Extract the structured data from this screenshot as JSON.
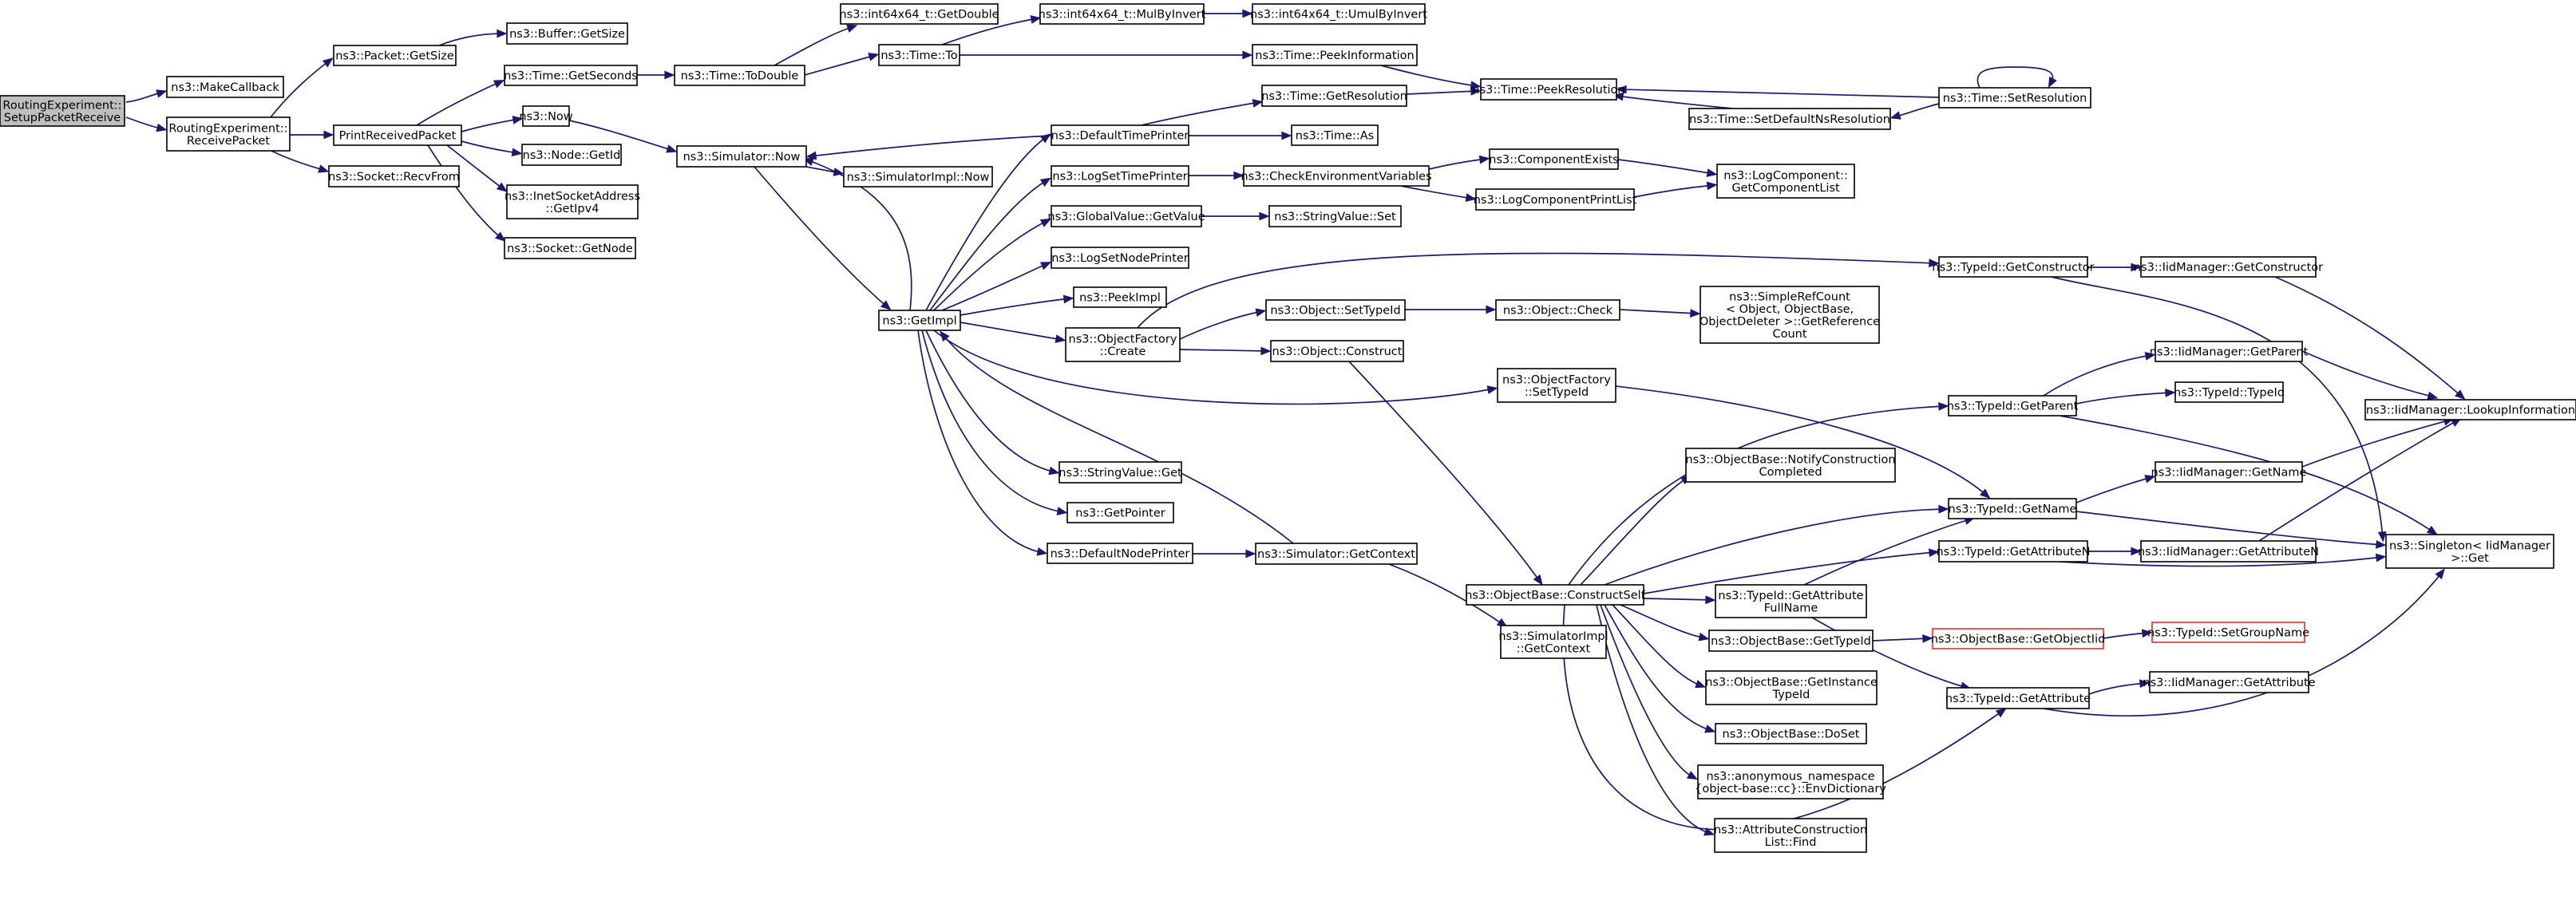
{
  "graph": {
    "title": "",
    "nodes": [
      {
        "id": "root",
        "lines": [
          "RoutingExperiment::",
          "SetupPacketReceive"
        ],
        "style": "root"
      },
      {
        "id": "makecb",
        "lines": [
          "ns3::MakeCallback"
        ]
      },
      {
        "id": "recvpkt",
        "lines": [
          "RoutingExperiment::",
          "ReceivePacket"
        ]
      },
      {
        "id": "pktsize",
        "lines": [
          "ns3::Packet::GetSize"
        ]
      },
      {
        "id": "bufsize",
        "lines": [
          "ns3::Buffer::GetSize"
        ]
      },
      {
        "id": "printrecv",
        "lines": [
          "PrintReceivedPacket"
        ]
      },
      {
        "id": "recvfrom",
        "lines": [
          "ns3::Socket::RecvFrom"
        ]
      },
      {
        "id": "getseconds",
        "lines": [
          "ns3::Time::GetSeconds"
        ]
      },
      {
        "id": "now",
        "lines": [
          "ns3::Now"
        ]
      },
      {
        "id": "nodegetid",
        "lines": [
          "ns3::Node::GetId"
        ]
      },
      {
        "id": "inetipv4",
        "lines": [
          "ns3::InetSocketAddress",
          "::GetIpv4"
        ]
      },
      {
        "id": "sockgetnode",
        "lines": [
          "ns3::Socket::GetNode"
        ]
      },
      {
        "id": "todouble",
        "lines": [
          "ns3::Time::ToDouble"
        ]
      },
      {
        "id": "simnow",
        "lines": [
          "ns3::Simulator::Now"
        ]
      },
      {
        "id": "implnow",
        "lines": [
          "ns3::SimulatorImpl::Now"
        ]
      },
      {
        "id": "getimpl",
        "lines": [
          "ns3::GetImpl"
        ]
      },
      {
        "id": "i64getdouble",
        "lines": [
          "ns3::int64x64_t::GetDouble"
        ]
      },
      {
        "id": "timeto",
        "lines": [
          "ns3::Time::To"
        ]
      },
      {
        "id": "mulbyinvert",
        "lines": [
          "ns3::int64x64_t::MulByInvert"
        ]
      },
      {
        "id": "umulbyinvert",
        "lines": [
          "ns3::int64x64_t::UmulByInvert"
        ]
      },
      {
        "id": "peekinfo",
        "lines": [
          "ns3::Time::PeekInformation"
        ]
      },
      {
        "id": "peekres",
        "lines": [
          "ns3::Time::PeekResolution"
        ]
      },
      {
        "id": "getres",
        "lines": [
          "ns3::Time::GetResolution"
        ]
      },
      {
        "id": "deftimeprinter",
        "lines": [
          "ns3::DefaultTimePrinter"
        ]
      },
      {
        "id": "timeas",
        "lines": [
          "ns3::Time::As"
        ]
      },
      {
        "id": "setdefres",
        "lines": [
          "ns3::Time::SetDefaultNsResolution"
        ]
      },
      {
        "id": "setres",
        "lines": [
          "ns3::Time::SetResolution"
        ]
      },
      {
        "id": "logsettimeprinter",
        "lines": [
          "ns3::LogSetTimePrinter"
        ]
      },
      {
        "id": "checkenv",
        "lines": [
          "ns3::CheckEnvironmentVariables"
        ]
      },
      {
        "id": "compexists",
        "lines": [
          "ns3::ComponentExists"
        ]
      },
      {
        "id": "logcomplist",
        "lines": [
          "ns3::LogComponent::",
          "GetComponentList"
        ]
      },
      {
        "id": "logcompprint",
        "lines": [
          "ns3::LogComponentPrintList"
        ]
      },
      {
        "id": "globalgetvalue",
        "lines": [
          "ns3::GlobalValue::GetValue"
        ]
      },
      {
        "id": "strvalset",
        "lines": [
          "ns3::StringValue::Set"
        ]
      },
      {
        "id": "logsetnodeprinter",
        "lines": [
          "ns3::LogSetNodePrinter"
        ]
      },
      {
        "id": "peekimpl",
        "lines": [
          "ns3::PeekImpl"
        ]
      },
      {
        "id": "objfactcreate",
        "lines": [
          "ns3::ObjectFactory",
          "::Create"
        ]
      },
      {
        "id": "objsettypeid",
        "lines": [
          "ns3::Object::SetTypeId"
        ]
      },
      {
        "id": "objcheck",
        "lines": [
          "ns3::Object::Check"
        ]
      },
      {
        "id": "simplerefcount",
        "lines": [
          "ns3::SimpleRefCount",
          "< Object, ObjectBase,",
          "ObjectDeleter >::GetReference",
          "Count"
        ]
      },
      {
        "id": "objconstruct",
        "lines": [
          "ns3::Object::Construct"
        ]
      },
      {
        "id": "typeidgetctor",
        "lines": [
          "ns3::TypeId::GetConstructor"
        ]
      },
      {
        "id": "iidgetctor",
        "lines": [
          "ns3::IidManager::GetConstructor"
        ]
      },
      {
        "id": "iidlookup",
        "lines": [
          "ns3::IidManager::LookupInformation"
        ]
      },
      {
        "id": "objfactsettypeid",
        "lines": [
          "ns3::ObjectFactory",
          "::SetTypeId"
        ]
      },
      {
        "id": "iidgetparent",
        "lines": [
          "ns3::IidManager::GetParent"
        ]
      },
      {
        "id": "typeidtypeid",
        "lines": [
          "ns3::TypeId::TypeId"
        ]
      },
      {
        "id": "typeidgetparent",
        "lines": [
          "ns3::TypeId::GetParent"
        ]
      },
      {
        "id": "strvalget",
        "lines": [
          "ns3::StringValue::Get"
        ]
      },
      {
        "id": "getpointer",
        "lines": [
          "ns3::GetPointer"
        ]
      },
      {
        "id": "defnodeprinter",
        "lines": [
          "ns3::DefaultNodePrinter"
        ]
      },
      {
        "id": "simgetctx",
        "lines": [
          "ns3::Simulator::GetContext"
        ]
      },
      {
        "id": "implgetctx",
        "lines": [
          "ns3::SimulatorImpl",
          "::GetContext"
        ]
      },
      {
        "id": "notifyctor",
        "lines": [
          "ns3::ObjectBase::NotifyConstruction",
          "Completed"
        ]
      },
      {
        "id": "typeidgetname",
        "lines": [
          "ns3::TypeId::GetName"
        ]
      },
      {
        "id": "iidgetname",
        "lines": [
          "ns3::IidManager::GetName"
        ]
      },
      {
        "id": "singletonget",
        "lines": [
          "ns3::Singleton< IidManager",
          ">::Get"
        ]
      },
      {
        "id": "constructself",
        "lines": [
          "ns3::ObjectBase::ConstructSelf"
        ]
      },
      {
        "id": "typeidgetattrn",
        "lines": [
          "ns3::TypeId::GetAttributeN"
        ]
      },
      {
        "id": "iidgetattrn",
        "lines": [
          "ns3::IidManager::GetAttributeN"
        ]
      },
      {
        "id": "getattrfullname",
        "lines": [
          "ns3::TypeId::GetAttribute",
          "FullName"
        ]
      },
      {
        "id": "objbasegettypeid",
        "lines": [
          "ns3::ObjectBase::GetTypeId"
        ]
      },
      {
        "id": "getobjectiid",
        "lines": [
          "ns3::ObjectBase::GetObjectIid"
        ],
        "style": "trunc"
      },
      {
        "id": "setgroupname",
        "lines": [
          "ns3::TypeId::SetGroupName"
        ],
        "style": "trunc"
      },
      {
        "id": "getinstancetypeid",
        "lines": [
          "ns3::ObjectBase::GetInstance",
          "TypeId"
        ]
      },
      {
        "id": "typeidgetattr",
        "lines": [
          "ns3::TypeId::GetAttribute"
        ]
      },
      {
        "id": "iidgetattr",
        "lines": [
          "ns3::IidManager::GetAttribute"
        ]
      },
      {
        "id": "doset",
        "lines": [
          "ns3::ObjectBase::DoSet"
        ]
      },
      {
        "id": "envdict",
        "lines": [
          "ns3::anonymous_namespace",
          "{object-base::cc}::EnvDictionary"
        ]
      },
      {
        "id": "attrconstrfind",
        "lines": [
          "ns3::AttributeConstruction",
          "List::Find"
        ]
      }
    ]
  }
}
